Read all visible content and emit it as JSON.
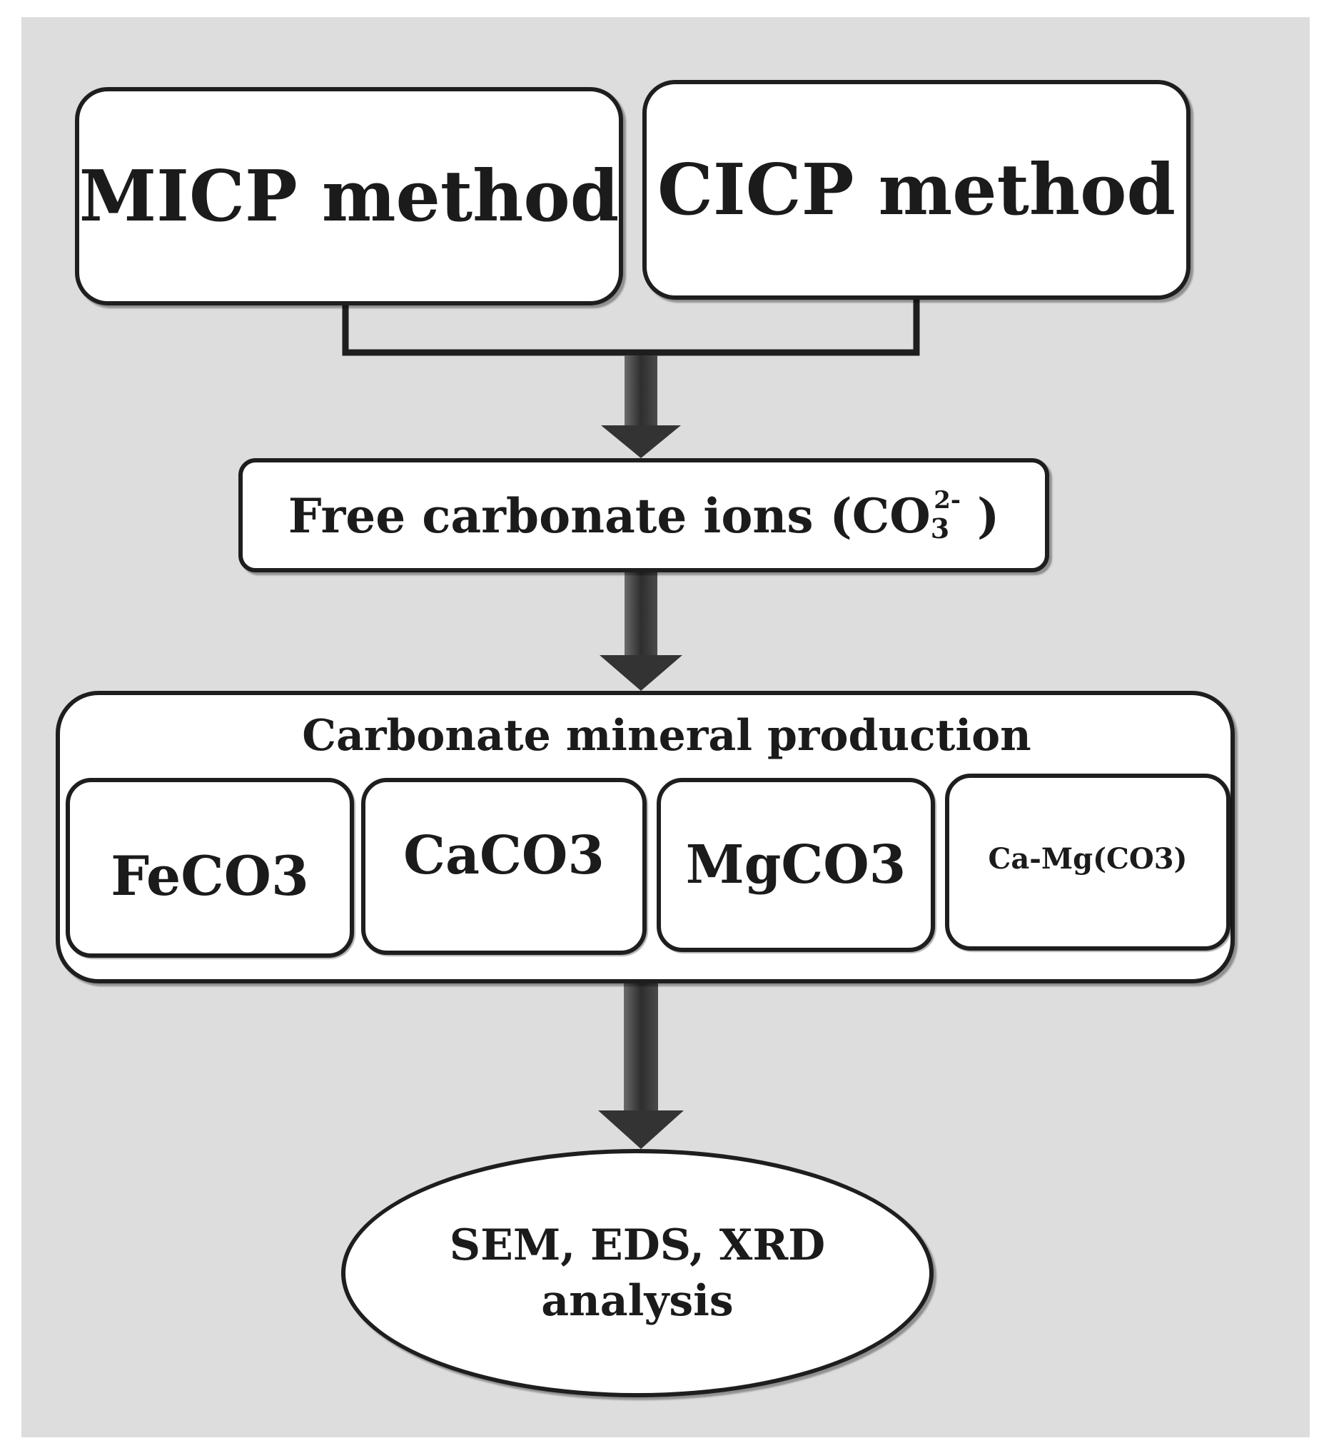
{
  "diagram": {
    "methods": [
      "MICP method",
      "CICP method"
    ],
    "intermediate": {
      "text": "Free carbonate ions (CO",
      "subscript": "3",
      "superscript": "2-",
      "close": ")"
    },
    "production": {
      "title": "Carbonate mineral production",
      "minerals": [
        "FeCO3",
        "CaCO3",
        "MgCO3",
        "Ca-Mg(CO3)"
      ]
    },
    "analysis": {
      "line1": "SEM, EDS, XRD",
      "line2": "analysis"
    },
    "colors": {
      "background": "#dddddd",
      "box_fill": "#ffffff",
      "stroke": "#1e1e1e",
      "arrow": "#3a3a3a"
    }
  }
}
